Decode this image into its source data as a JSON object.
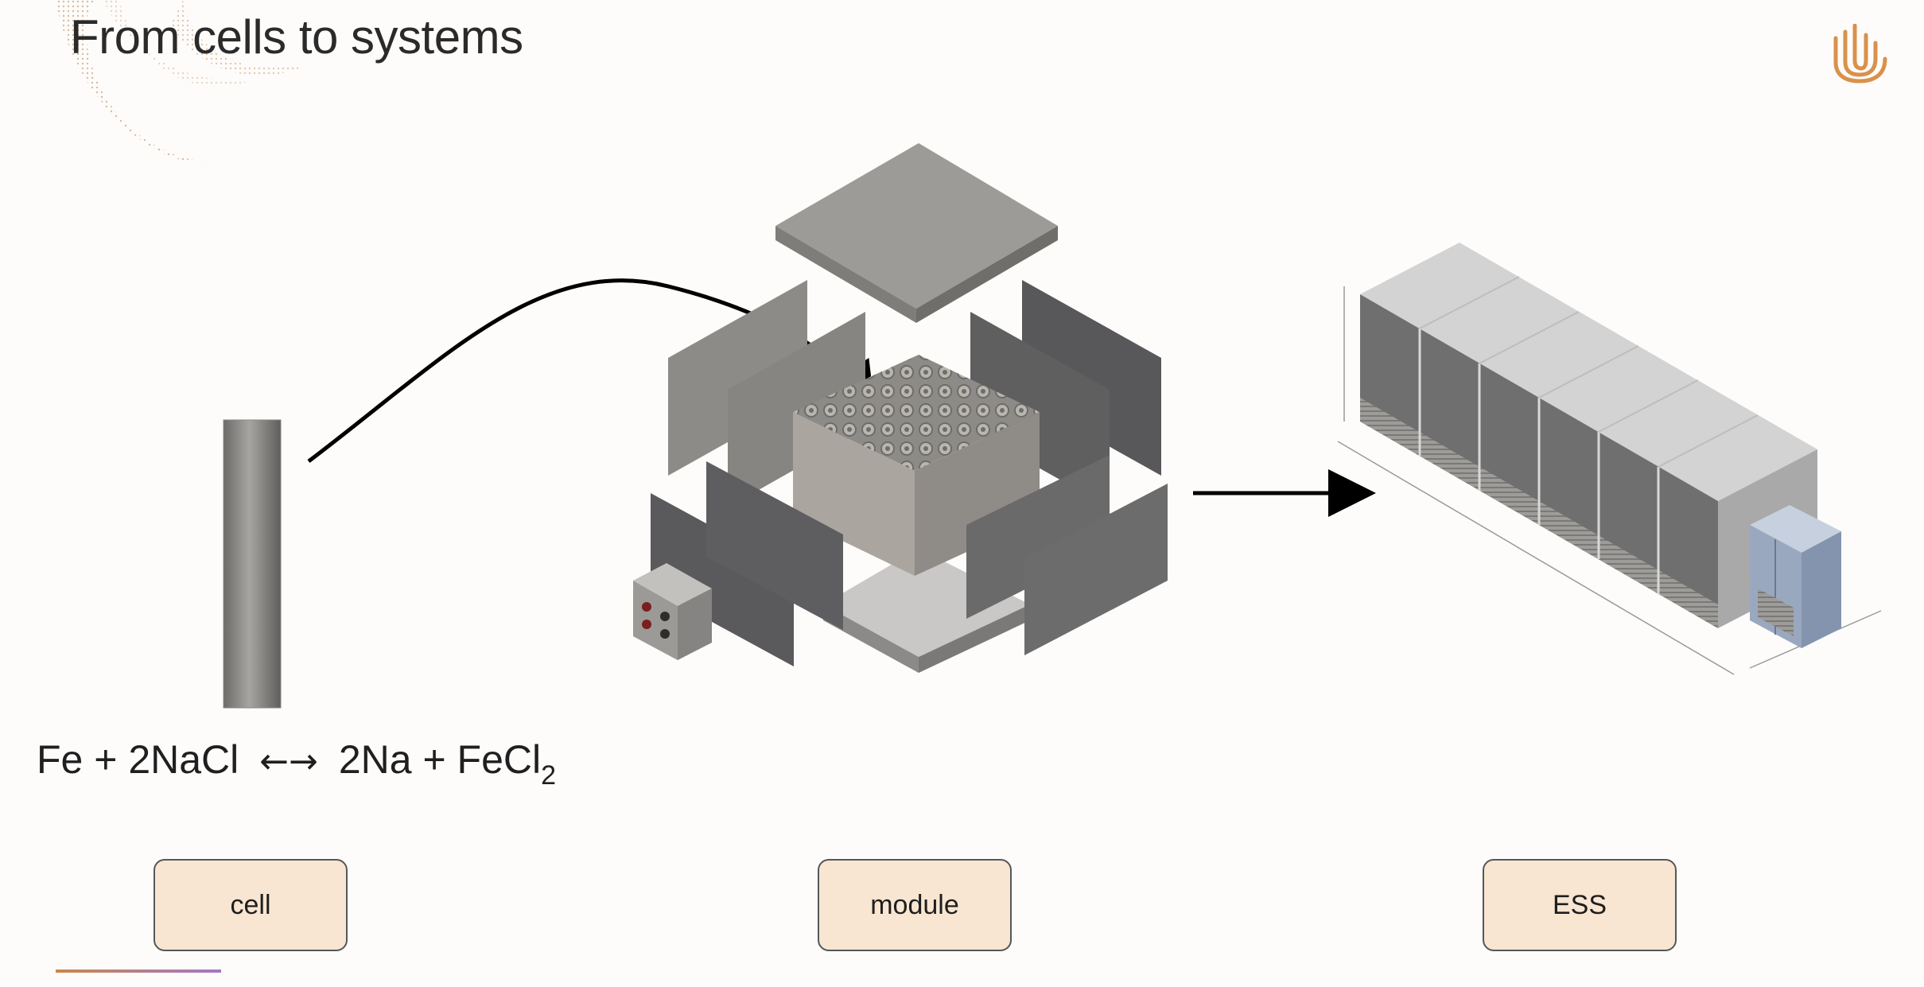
{
  "slide": {
    "title": "From cells to systems",
    "equation": {
      "left": "Fe + 2NaCl",
      "arrow": "←→",
      "right": "2Na + FeCl",
      "subscript": "2"
    },
    "labels": {
      "cell": "cell",
      "module": "module",
      "ess": "ESS"
    },
    "colors": {
      "label_fill": "#f8e6d2",
      "label_border": "#55575a",
      "logo": "#d9914a",
      "decor": "#cba57a",
      "accent_line_start": "#c9874a",
      "accent_line_end": "#a477c8"
    }
  }
}
